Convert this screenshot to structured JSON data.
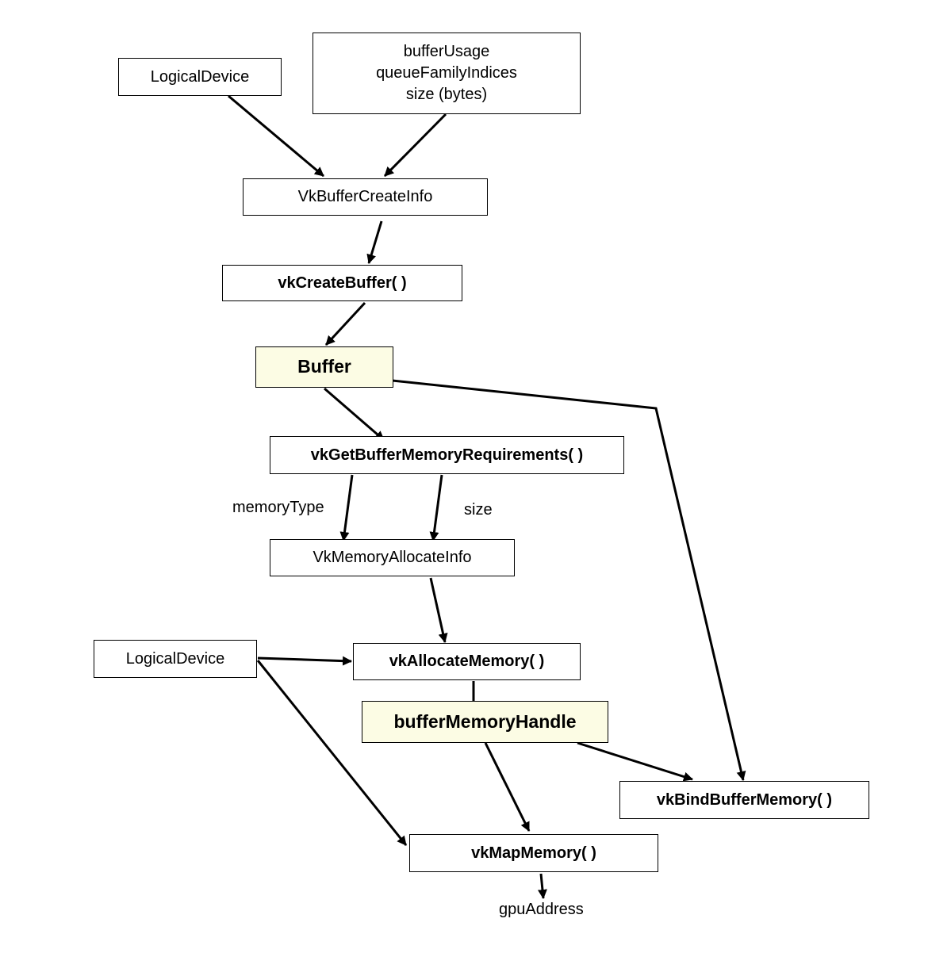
{
  "nodes": {
    "logical_device_top": "LogicalDevice",
    "params": [
      "bufferUsage",
      "queueFamilyIndices",
      "size (bytes)"
    ],
    "buffer_create_info": "VkBufferCreateInfo",
    "vk_create_buffer": "vkCreateBuffer( )",
    "buffer": "Buffer",
    "vk_get_buffer_memory_requirements": "vkGetBufferMemoryRequirements( )",
    "vk_memory_allocate_info": "VkMemoryAllocateInfo",
    "logical_device_bottom": "LogicalDevice",
    "vk_allocate_memory": "vkAllocateMemory( )",
    "buffer_memory_handle": "bufferMemoryHandle",
    "vk_bind_buffer_memory": "vkBindBufferMemory( )",
    "vk_map_memory": "vkMapMemory( )"
  },
  "labels": {
    "memory_type": "memoryType",
    "size": "size",
    "gpu_address": "gpuAddress"
  },
  "colors": {
    "highlight_fill": "#fcfce4",
    "stroke": "#000000"
  }
}
